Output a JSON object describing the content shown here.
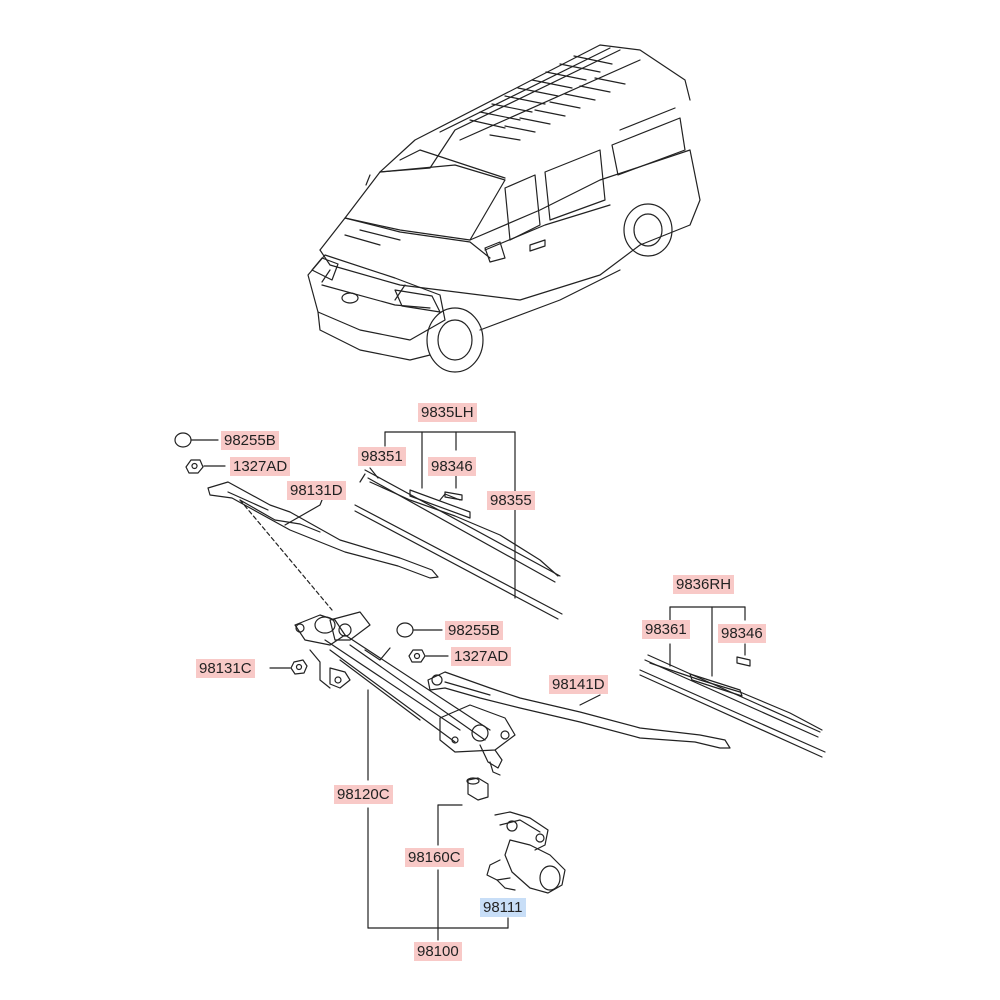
{
  "colors": {
    "label_bg": "#f8c9c7",
    "label_bg_selected": "#c8def7",
    "line": "#222222"
  },
  "labels": {
    "p98255B_1": "98255B",
    "p1327AD_1": "1327AD",
    "p98131D": "98131D",
    "p9835LH": "9835LH",
    "p98351": "98351",
    "p98346_1": "98346",
    "p98355": "98355",
    "p98255B_2": "98255B",
    "p1327AD_2": "1327AD",
    "p98131C": "98131C",
    "p98141D": "98141D",
    "p9836RH": "9836RH",
    "p98361": "98361",
    "p98346_2": "98346",
    "p98120C": "98120C",
    "p98160C": "98160C",
    "p98111": "98111",
    "p98100": "98100"
  },
  "icons": {
    "vehicle": "van-illustration",
    "cap": "cap-icon",
    "nut": "nut-icon"
  }
}
